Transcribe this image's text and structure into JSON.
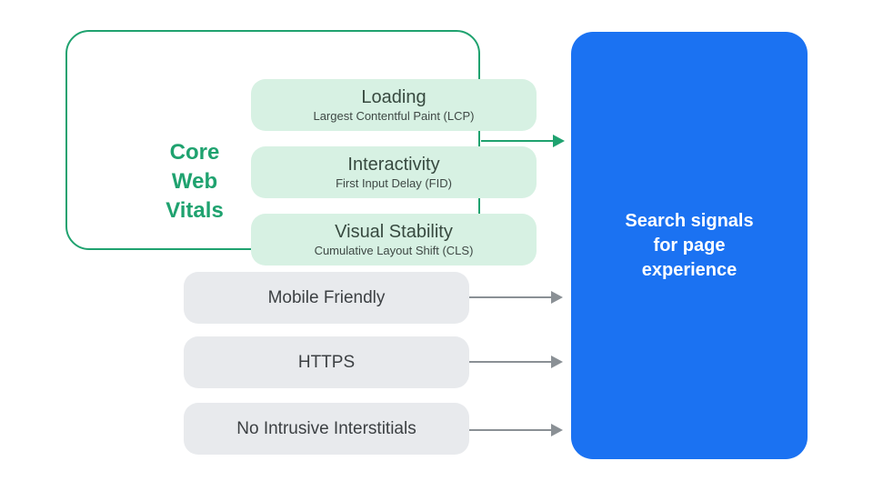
{
  "colors": {
    "green": "#1FA26F",
    "mint_fill": "#D7F1E3",
    "gray_fill": "#E8EAED",
    "arrow_gray": "#8A9095",
    "blue_fill": "#1B72F2",
    "pill_title_text": "#37493F",
    "gray_label_text": "#3C4043",
    "result_text": "#FFFFFF"
  },
  "core_web_vitals": {
    "group_label": "Core\nWeb\nVitals",
    "items": [
      {
        "title": "Loading",
        "subtitle": "Largest Contentful Paint (LCP)"
      },
      {
        "title": "Interactivity",
        "subtitle": "First Input Delay (FID)"
      },
      {
        "title": "Visual Stability",
        "subtitle": "Cumulative Layout Shift (CLS)"
      }
    ]
  },
  "other_signals": [
    {
      "label": "Mobile Friendly"
    },
    {
      "label": "HTTPS"
    },
    {
      "label": "No Intrusive Interstitials"
    }
  ],
  "result": {
    "label": "Search signals\nfor page\nexperience"
  }
}
